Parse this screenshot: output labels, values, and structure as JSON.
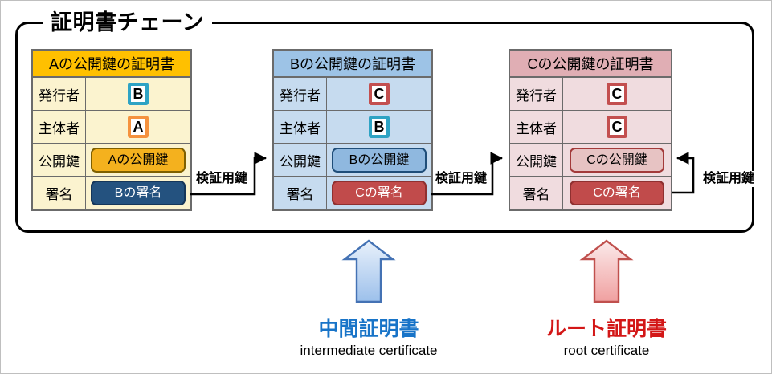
{
  "frame": {
    "title": "証明書チェーン"
  },
  "certificates": [
    {
      "id": "cert-a",
      "header": "Aの公開鍵の証明書",
      "rows": [
        {
          "label": "発行者",
          "value": "B",
          "kind": "chip",
          "accent": "cyan"
        },
        {
          "label": "主体者",
          "value": "A",
          "kind": "chip",
          "accent": "orange"
        },
        {
          "label": "公開鍵",
          "value": "Aの公開鍵",
          "kind": "pill",
          "accent": "key-a"
        },
        {
          "label": "署名",
          "value": "Bの署名",
          "kind": "pill",
          "accent": "sig-b"
        }
      ],
      "colors": {
        "header": "#FFC000",
        "body": "#FBF3CF"
      }
    },
    {
      "id": "cert-b",
      "header": "Bの公開鍵の証明書",
      "rows": [
        {
          "label": "発行者",
          "value": "C",
          "kind": "chip",
          "accent": "red"
        },
        {
          "label": "主体者",
          "value": "B",
          "kind": "chip",
          "accent": "cyan"
        },
        {
          "label": "公開鍵",
          "value": "Bの公開鍵",
          "kind": "pill",
          "accent": "key-b"
        },
        {
          "label": "署名",
          "value": "Cの署名",
          "kind": "pill",
          "accent": "sig-c"
        }
      ],
      "colors": {
        "header": "#9DC3E6",
        "body": "#C6DBEF"
      }
    },
    {
      "id": "cert-c",
      "header": "Cの公開鍵の証明書",
      "rows": [
        {
          "label": "発行者",
          "value": "C",
          "kind": "chip",
          "accent": "red"
        },
        {
          "label": "主体者",
          "value": "C",
          "kind": "chip",
          "accent": "red"
        },
        {
          "label": "公開鍵",
          "value": "Cの公開鍵",
          "kind": "pill",
          "accent": "key-c"
        },
        {
          "label": "署名",
          "value": "Cの署名",
          "kind": "pill",
          "accent": "sig-c"
        }
      ],
      "colors": {
        "header": "#E0AEB4",
        "body": "#F0DCDF"
      }
    }
  ],
  "connectors": [
    {
      "id": "conn-a-to-b",
      "label": "検証用鍵"
    },
    {
      "id": "conn-b-to-c",
      "label": "検証用鍵"
    },
    {
      "id": "conn-c-self",
      "label": "検証用鍵"
    }
  ],
  "callouts": [
    {
      "id": "intermediate",
      "jp": "中間証明書",
      "en": "intermediate certificate",
      "color": "#1874C8",
      "arrow": "up-arrow-icon"
    },
    {
      "id": "root",
      "jp": "ルート証明書",
      "en": "root certificate",
      "color": "#D31717",
      "arrow": "up-arrow-icon"
    }
  ]
}
